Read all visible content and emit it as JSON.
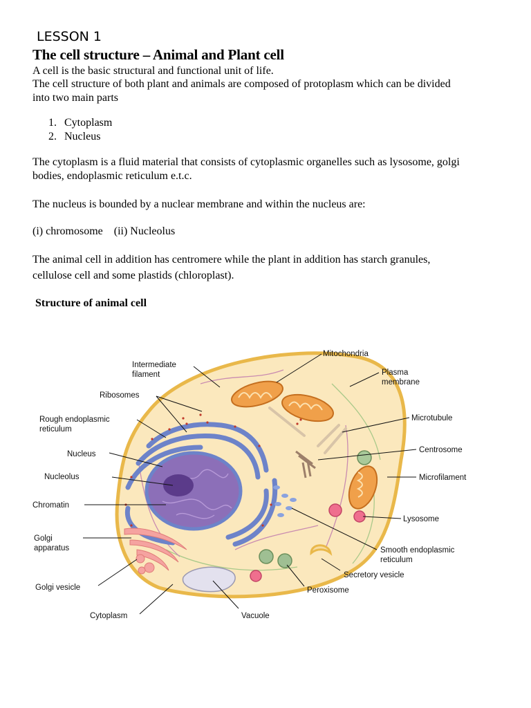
{
  "lesson_label": "LESSON 1",
  "title": "The cell structure – Animal and Plant cell",
  "para1_line1": "A cell is the basic structural and functional unit of life.",
  "para1_line2": "The cell structure of both plant and animals are composed of protoplasm which can be divided",
  "para1_line3": "into two main parts",
  "list": [
    {
      "num": "1.",
      "text": "Cytoplasm"
    },
    {
      "num": "2.",
      "text": "Nucleus"
    }
  ],
  "para2_line1": "The cytoplasm is a fluid material that consists of cytoplasmic organelles such as lysosome, golgi",
  "para2_line2": "bodies, endoplasmic reticulum e.t.c.",
  "para3": "The nucleus is bounded by a nuclear membrane and within the nucleus are:",
  "para4": "(i) chromosome    (ii) Nucleolus",
  "para5_line1": "The animal cell in addition has centromere while the plant in addition has starch granules,",
  "para5_line2": "cellulose cell and some plastids (chloroplast).",
  "subheading": "Structure of animal cell",
  "diagram": {
    "labels": {
      "intermediate_filament_1": "Intermediate",
      "intermediate_filament_2": "filament",
      "ribosomes": "Ribosomes",
      "rough_er_1": "Rough endoplasmic",
      "rough_er_2": "reticulum",
      "nucleus": "Nucleus",
      "nucleolus": "Nucleolus",
      "chromatin": "Chromatin",
      "golgi_apparatus_1": "Golgi",
      "golgi_apparatus_2": "apparatus",
      "golgi_vesicle": "Golgi vesicle",
      "cytoplasm": "Cytoplasm",
      "vacuole": "Vacuole",
      "mitochondria": "Mitochondria",
      "plasma_membrane_1": "Plasma",
      "plasma_membrane_2": "membrane",
      "microtubule": "Microtubule",
      "centrosome": "Centrosome",
      "microfilament": "Microfilament",
      "lysosome": "Lysosome",
      "smooth_er_1": "Smooth endoplasmic",
      "smooth_er_2": "reticulum",
      "secretory_vesicle": "Secretory vesicle",
      "peroxisome": "Peroxisome"
    },
    "colors": {
      "cytoplasm_fill": "#fbe8bd",
      "membrane": "#e9b84a",
      "nucleus": "#8c6fb8",
      "nucleolus": "#5b3b8a",
      "er": "#6d83c9",
      "mitochondria": "#f0a04a",
      "golgi": "#f5a3a0",
      "lysosome": "#ef6f8e",
      "peroxisome": "#9fbf93",
      "vacuole": "#e3e1ee"
    }
  }
}
